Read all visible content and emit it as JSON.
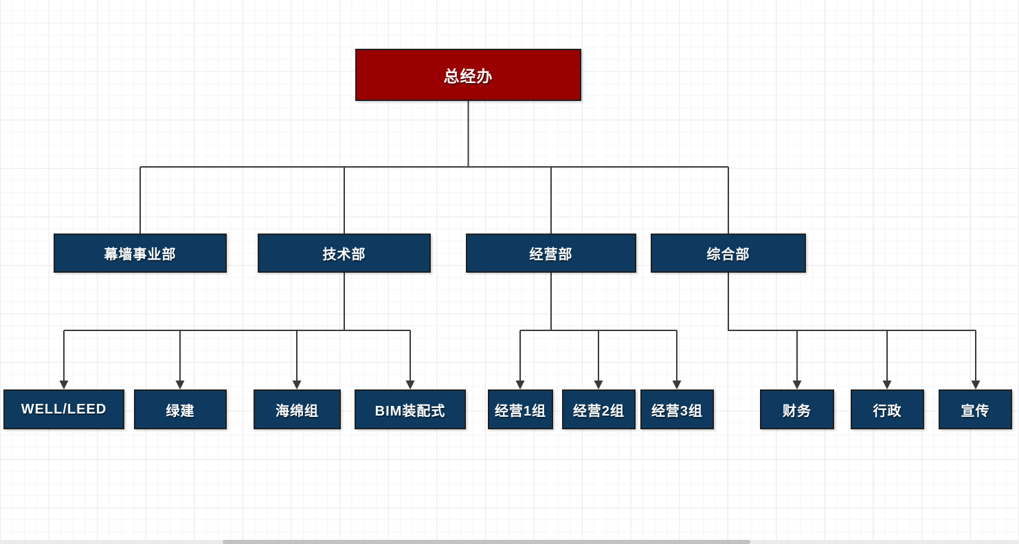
{
  "colors": {
    "root_fill": "#990101",
    "department_fill": "#0E3A5F",
    "node_border": "#1F1F1F",
    "node_text": "#FFFFFF",
    "connector": "#3A3A3A",
    "grid_minor": "#F5F5F7",
    "grid_major": "#EAEAED",
    "scrollbar_track": "#EBEBEB",
    "scrollbar_thumb": "#C2C2C2"
  },
  "org_chart": {
    "type": "org-chart",
    "nodes": [
      {
        "id": "general-manager-office",
        "label": "总经办",
        "level": 1,
        "parent": null
      },
      {
        "id": "curtain-wall-division",
        "label": "幕墙事业部",
        "level": 2,
        "parent": "general-manager-office"
      },
      {
        "id": "technology-dept",
        "label": "技术部",
        "level": 2,
        "parent": "general-manager-office"
      },
      {
        "id": "operations-dept",
        "label": "经营部",
        "level": 2,
        "parent": "general-manager-office"
      },
      {
        "id": "general-affairs-dept",
        "label": "综合部",
        "level": 2,
        "parent": "general-manager-office"
      },
      {
        "id": "well-leed-group",
        "label": "WELL/LEED",
        "level": 3,
        "parent": "technology-dept"
      },
      {
        "id": "green-building-group",
        "label": "绿建",
        "level": 3,
        "parent": "technology-dept"
      },
      {
        "id": "sponge-group",
        "label": "海绵组",
        "level": 3,
        "parent": "technology-dept"
      },
      {
        "id": "bim-prefab-group",
        "label": "BIM装配式",
        "level": 3,
        "parent": "technology-dept"
      },
      {
        "id": "operations-group-1",
        "label": "经营1组",
        "level": 3,
        "parent": "operations-dept"
      },
      {
        "id": "operations-group-2",
        "label": "经营2组",
        "level": 3,
        "parent": "operations-dept"
      },
      {
        "id": "operations-group-3",
        "label": "经营3组",
        "level": 3,
        "parent": "operations-dept"
      },
      {
        "id": "finance-group",
        "label": "财务",
        "level": 3,
        "parent": "general-affairs-dept"
      },
      {
        "id": "administration-group",
        "label": "行政",
        "level": 3,
        "parent": "general-affairs-dept"
      },
      {
        "id": "publicity-group",
        "label": "宣传",
        "level": 3,
        "parent": "general-affairs-dept"
      }
    ]
  }
}
